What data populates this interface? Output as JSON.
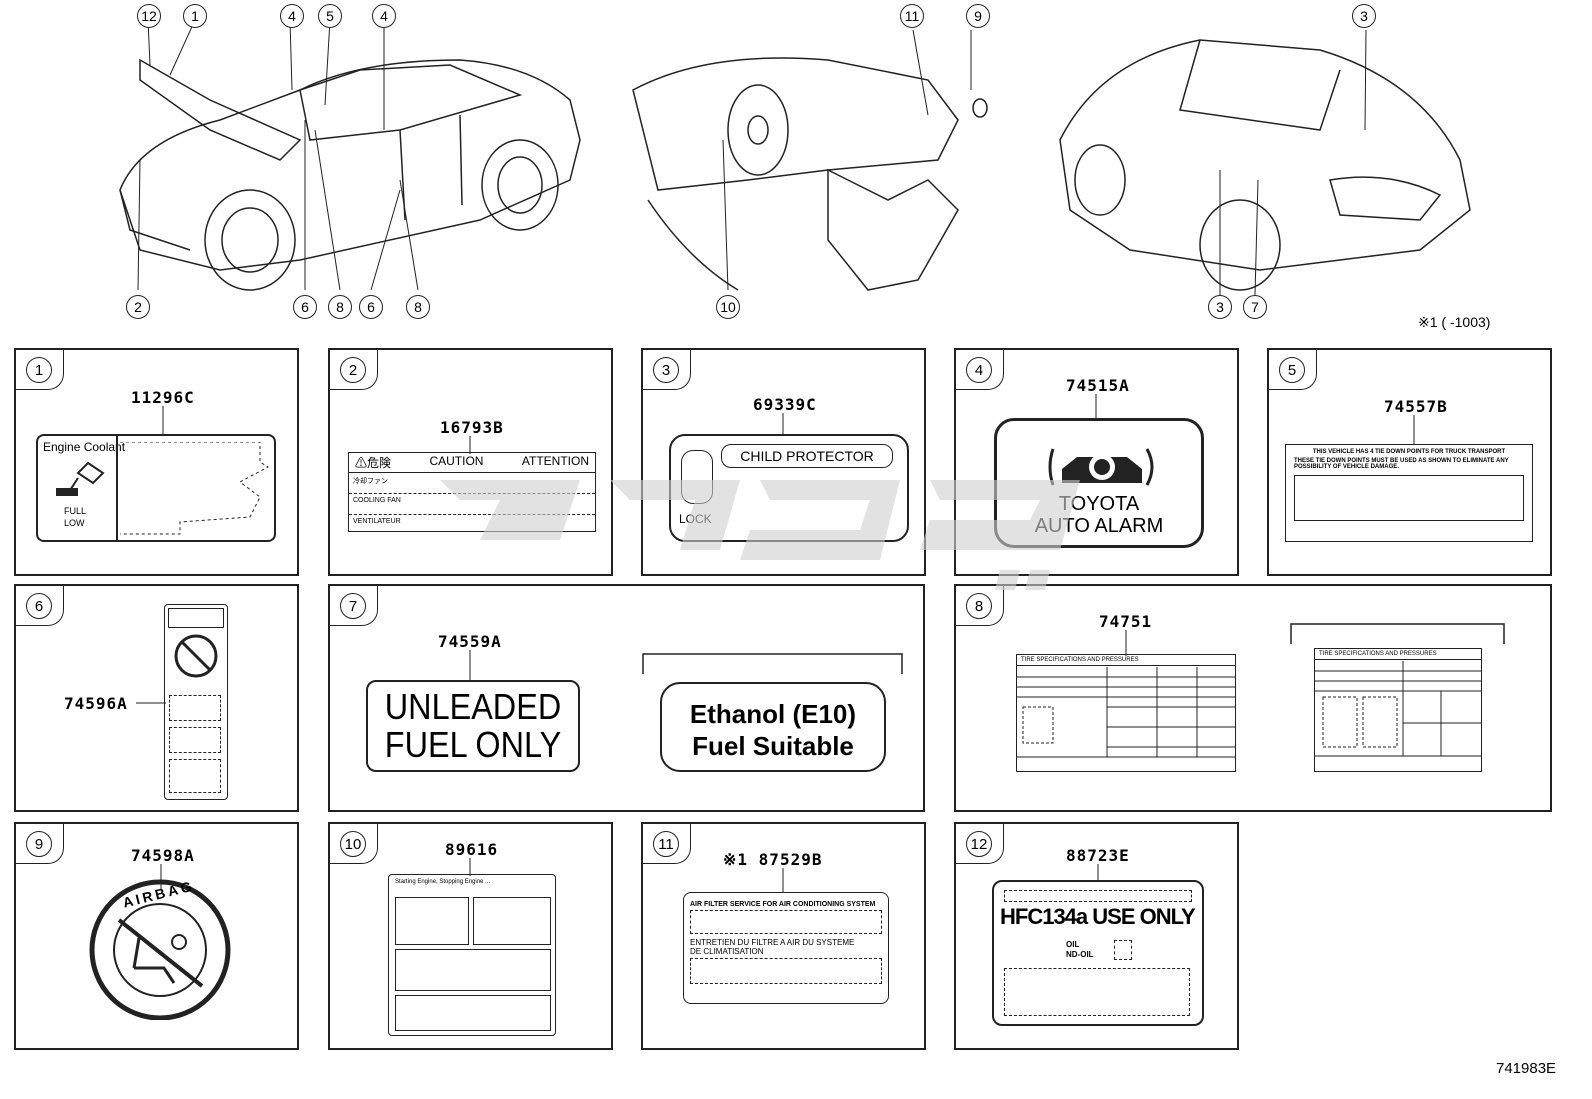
{
  "callouts": [
    "12",
    "1",
    "4",
    "5",
    "4",
    "2",
    "6",
    "8",
    "6",
    "8",
    "11",
    "9",
    "10",
    "3",
    "3",
    "7"
  ],
  "note": "※1 (     -1003)",
  "diagram_id": "741983E",
  "panels": [
    {
      "num": "1",
      "part": "11296C",
      "label_text": "Engine Coolant",
      "legend": [
        "FULL",
        "LOW"
      ]
    },
    {
      "num": "2",
      "part": "16793B",
      "header": [
        "⚠危険",
        "CAUTION",
        "ATTENTION"
      ],
      "rows": [
        "冷却ファン",
        "COOLING FAN",
        "VENTILATEUR"
      ]
    },
    {
      "num": "3",
      "part": "69339C",
      "title": "CHILD PROTECTOR",
      "lock": "LOCK"
    },
    {
      "num": "4",
      "part": "74515A",
      "line1": "TOYOTA",
      "line2": "AUTO ALARM"
    },
    {
      "num": "5",
      "part": "74557B",
      "text1": "THIS VEHICLE HAS 4 TIE DOWN POINTS FOR TRUCK TRANSPORT",
      "text2": "THESE TIE DOWN POINTS MUST BE USED AS SHOWN TO ELIMINATE ANY POSSIBILITY OF VEHICLE DAMAGE."
    },
    {
      "num": "6",
      "part": "74596A"
    },
    {
      "num": "7",
      "part": "74559A",
      "unleaded1": "UNLEADED",
      "unleaded2": "FUEL ONLY",
      "ethanol1": "Ethanol (E10)",
      "ethanol2": "Fuel Suitable"
    },
    {
      "num": "8",
      "part": "74751",
      "table_title1": "TIRE SPECIFICATIONS AND PRESSURES",
      "table_title2": "TIRE SPECIFICATIONS AND PRESSURES"
    },
    {
      "num": "9",
      "part": "74598A",
      "text": "AIRBAG"
    },
    {
      "num": "10",
      "part": "89616",
      "text": "Starting Engine, Stopping Engine ..."
    },
    {
      "num": "11",
      "part": "※1 87529B",
      "line1": "AIR FILTER SERVICE FOR AIR CONDITIONING SYSTEM",
      "line2": "ENTRETIEN DU FILTRE A AIR DU SYSTEME",
      "line3": "DE CLIMATISATION"
    },
    {
      "num": "12",
      "part": "88723E",
      "main": "HFC134a USE ONLY",
      "oil1": "OIL",
      "oil2": "ND-OIL"
    }
  ]
}
